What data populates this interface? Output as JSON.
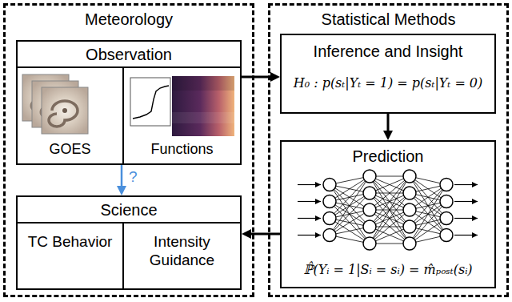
{
  "diagram": {
    "nodes": [
      {
        "text": [
          "Meteorology"
        ]
      },
      {
        "text": [
          "Observation"
        ],
        "in": 0
      },
      {
        "text": [
          "GOES"
        ],
        "in": 1
      },
      {
        "text": [
          "Functions"
        ],
        "in": 1
      },
      {
        "text": [
          "Science"
        ],
        "in": 0
      },
      {
        "text": [
          "TC Behavior"
        ],
        "in": 4
      },
      {
        "text": [
          "Intensity Guidance"
        ],
        "in": 4
      },
      {
        "text": [
          "Statistical Methods"
        ]
      },
      {
        "text": [
          "Inference and Insight",
          "H₀ : p(sₜ|Yₜ = 1) = p(sₜ|Yₜ = 0)"
        ],
        "in": 7
      },
      {
        "text": [
          "Prediction",
          "ℙ̂(Yᵢ = 1|Sᵢ = sᵢ) = m̂ₚₒₛₜ(sᵢ)"
        ],
        "in": 7
      }
    ],
    "edges": [
      {
        "from": 1,
        "to": 8,
        "arrow": "to"
      },
      {
        "from": 8,
        "to": 9,
        "arrow": "to"
      },
      {
        "from": 9,
        "to": 4,
        "arrow": "to"
      },
      {
        "from": 1,
        "to": 4,
        "label": "?",
        "arrow": "to"
      }
    ]
  }
}
